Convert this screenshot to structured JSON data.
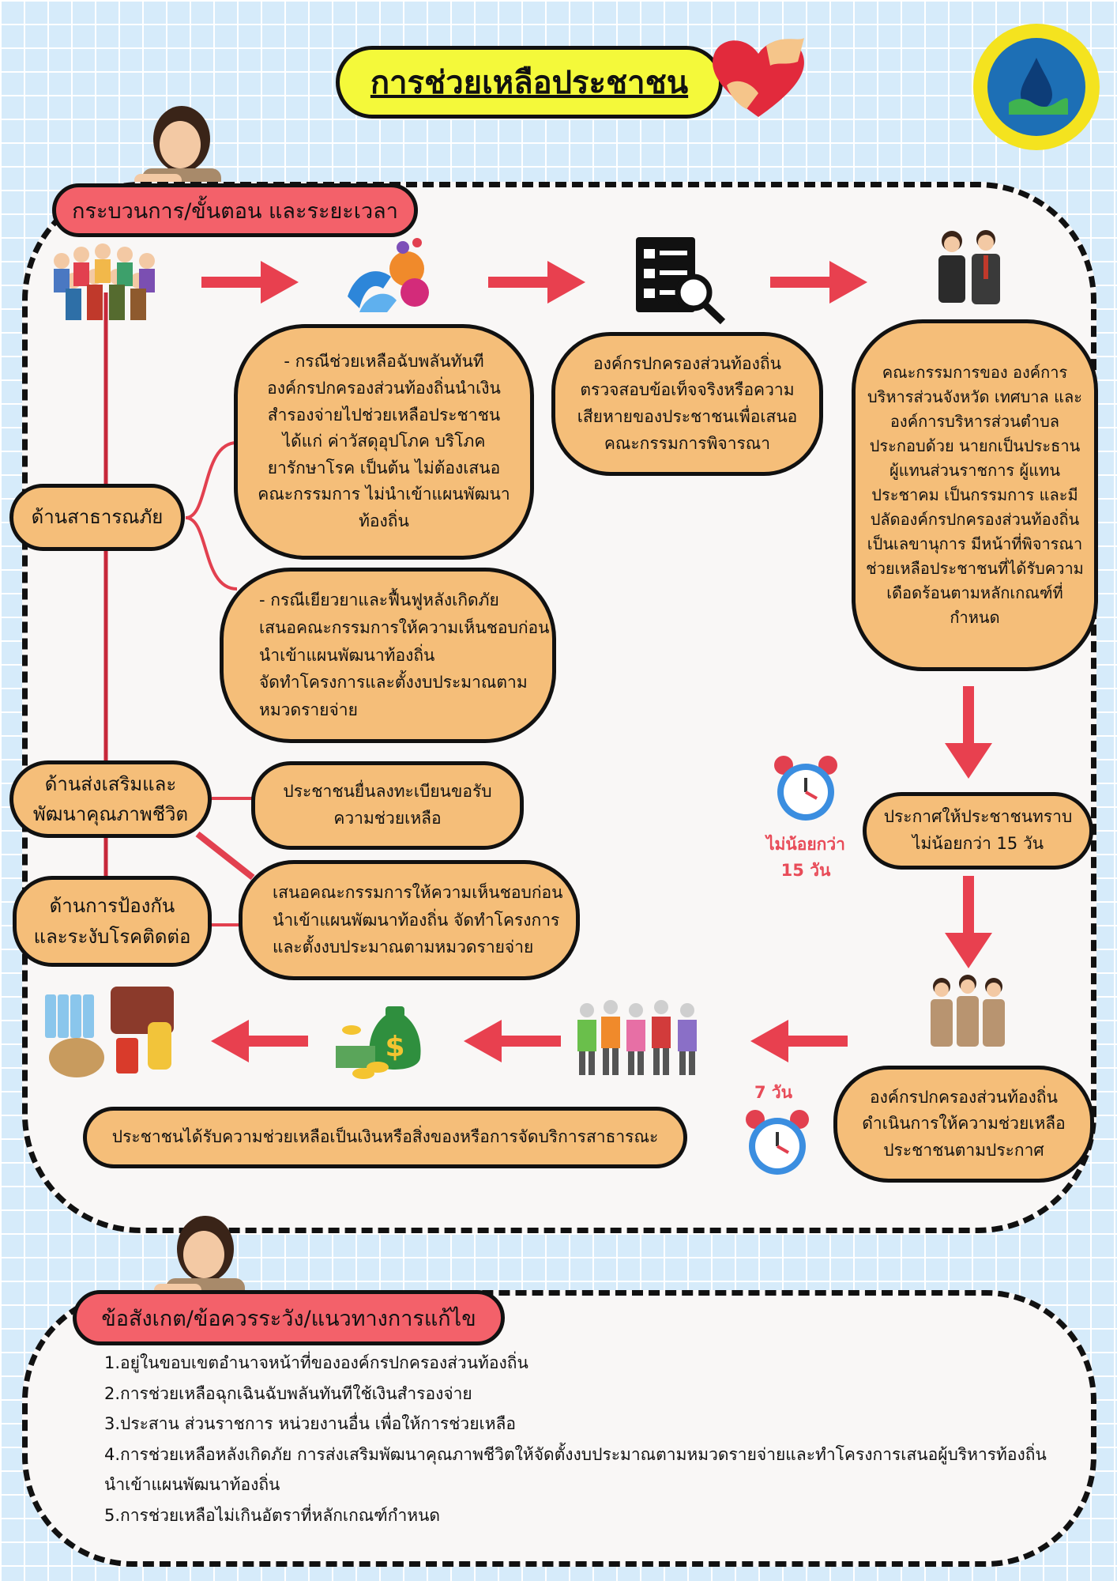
{
  "title": "การช่วยเหลือประชาชน",
  "process_header": "กระบวนการ/ขั้นตอน และระยะเวลา",
  "categories": {
    "disaster": "ด้านสาธารณภัย",
    "quality": "ด้านส่งเสริมและ\nพัฒนาคุณภาพชีวิต",
    "disease": "ด้านการป้องกัน\nและระงับโรคติดต่อ"
  },
  "boxes": {
    "emergency": "- กรณีช่วยเหลือฉับพลันทันที\nองค์กรปกครองส่วนท้องถิ่นนำเงิน\nสำรองจ่ายไปช่วยเหลือประชาชน\nได้แก่ ค่าวัสดุอุปโภค บริโภค\nยารักษาโรค เป็นต้น ไม่ต้องเสนอ\nคณะกรรมการ ไม่นำเข้าแผนพัฒนา\nท้องถิ่น",
    "recovery": "- กรณีเยียวยาและฟื้นฟูหลังเกิดภัย\nเสนอคณะกรรมการให้ความเห็นชอบก่อน\nนำเข้าแผนพัฒนาท้องถิ่น\nจัดทำโครงการและตั้งงบประมาณตาม\nหมวดรายจ่าย",
    "register": "ประชาชนยื่นลงทะเบียนขอรับ\nความช่วยเหลือ",
    "propose": "เสนอคณะกรรมการให้ความเห็นชอบก่อน\nนำเข้าแผนพัฒนาท้องถิ่น จัดทำโครงการ\nและตั้งงบประมาณตามหมวดรายจ่าย",
    "verify": "องค์กรปกครองส่วนท้องถิ่น\nตรวจสอบข้อเท็จจริงหรือความ\nเสียหายของประชาชนเพื่อเสนอ\nคณะกรรมการพิจารณา",
    "committee": "คณะกรรมการของ องค์การ\nบริหารส่วนจังหวัด เทศบาล และ\nองค์การบริหารส่วนตำบล\nประกอบด้วย นายกเป็นประธาน\nผู้แทนส่วนราชการ ผู้แทน\nประชาคม เป็นกรรมการ และมี\nปลัดองค์กรปกครองส่วนท้องถิ่น\nเป็นเลขานุการ มีหน้าที่พิจารณา\nช่วยเหลือประชาชนที่ได้รับความ\nเดือดร้อนตามหลักเกณฑ์ที่\nกำหนด",
    "announce": "ประกาศให้ประชาชนทราบ\nไม่น้อยกว่า 15 วัน",
    "implement": "องค์กรปกครองส่วนท้องถิ่น\nดำเนินการให้ความช่วยเหลือ\nประชาชนตามประกาศ",
    "result": "ประชาชนได้รับความช่วยเหลือเป็นเงินหรือสิ่งของหรือการจัดบริการสาธารณะ"
  },
  "clock_labels": {
    "fifteen": "ไม่น้อยกว่า\n15 วัน",
    "seven": "7 วัน"
  },
  "notes_header": "ข้อสังเกต/ข้อควรระวัง/แนวทางการแก้ไข",
  "notes": [
    "1.อยู่ในขอบเขตอำนาจหน้าที่ขององค์กรปกครองส่วนท้องถิ่น",
    "2.การช่วยเหลือฉุกเฉินฉับพลันทันทีใช้เงินสำรองจ่าย",
    "3.ประสาน ส่วนราชการ หน่วยงานอื่น เพื่อให้การช่วยเหลือ",
    "4.การช่วยเหลือหลังเกิดภัย การส่งเสริมพัฒนาคุณภาพชีวิตให้จัดตั้งงบประมาณตามหมวดรายจ่ายและทำโครงการเสนอผู้บริหารท้องถิ่น\n   นำเข้าแผนพัฒนาท้องถิ่น",
    "5.การช่วยเหลือไม่เกินอัตราที่หลักเกณฑ์กำหนด"
  ],
  "colors": {
    "box_fill": "#f5be79",
    "header_fill": "#f3616a",
    "title_fill": "#f4f93a",
    "arrow": "#e8404f"
  }
}
